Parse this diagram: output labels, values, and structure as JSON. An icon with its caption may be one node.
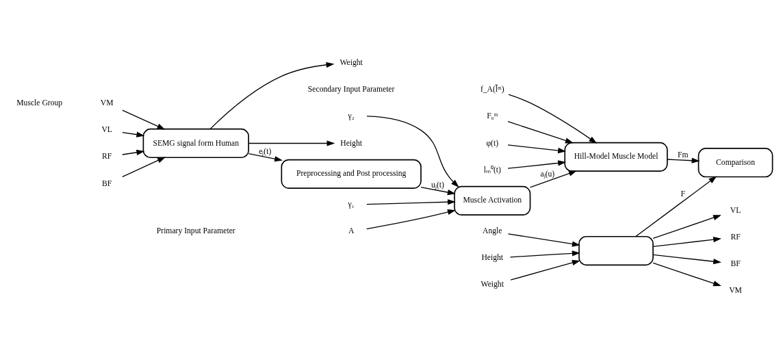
{
  "diagram": {
    "nodes": [
      {
        "text": [
          "SEMG signal form Human"
        ]
      },
      {
        "text": [
          "Preprocessing and Post processing"
        ]
      },
      {
        "text": [
          "Muscle Activation"
        ]
      },
      {
        "text": [
          "Hill-Model Muscle Model"
        ]
      },
      {
        "text": [
          "Comparison"
        ]
      },
      {
        "text": [],
        "shape": "box"
      },
      {
        "text": [
          "Height"
        ]
      },
      {
        "text": [
          "Weight"
        ]
      },
      {
        "text": [
          "VM"
        ]
      },
      {
        "text": [
          "VL"
        ]
      },
      {
        "text": [
          "RF"
        ]
      },
      {
        "text": [
          "BF"
        ]
      },
      {
        "text": [
          "A"
        ]
      },
      {
        "text": [
          "γ₁"
        ]
      },
      {
        "text": [
          "γ₂"
        ]
      },
      {
        "text": [
          "f_A(l̃ᵐ)"
        ]
      },
      {
        "text": [
          "F₀ᵐ"
        ]
      },
      {
        "text": [
          "φ(t)"
        ]
      },
      {
        "text": [
          "lₘ⁰(t)"
        ]
      },
      {
        "text": [
          "Angle"
        ]
      },
      {
        "text": [
          "Height"
        ]
      },
      {
        "text": [
          "Weight"
        ]
      },
      {
        "text": [
          "VM"
        ]
      },
      {
        "text": [
          "VL"
        ]
      },
      {
        "text": [
          "RF"
        ]
      },
      {
        "text": [
          "BF"
        ]
      }
    ],
    "edges": [
      {
        "from": 0,
        "to": 1,
        "arrow": "to",
        "label": "eⱼ(t)"
      },
      {
        "from": 1,
        "to": 2,
        "arrow": "to",
        "label": "uⱼ(t)"
      },
      {
        "from": 2,
        "to": 3,
        "arrow": "to",
        "label": "aⱼ(u)"
      },
      {
        "from": 3,
        "to": 4,
        "arrow": "to",
        "label": "Fm"
      },
      {
        "from": 5,
        "to": 4,
        "arrow": "to",
        "label": "F"
      },
      {
        "from": 0,
        "to": 6,
        "arrow": "to"
      },
      {
        "from": 0,
        "to": 7,
        "arrow": "to"
      },
      {
        "from": 8,
        "to": 0,
        "arrow": "to"
      },
      {
        "from": 9,
        "to": 0,
        "arrow": "to"
      },
      {
        "from": 10,
        "to": 0,
        "arrow": "to"
      },
      {
        "from": 11,
        "to": 0,
        "arrow": "to"
      },
      {
        "from": 12,
        "to": 2,
        "arrow": "to"
      },
      {
        "from": 13,
        "to": 2,
        "arrow": "to"
      },
      {
        "from": 14,
        "to": 2,
        "arrow": "to"
      },
      {
        "from": 15,
        "to": 3,
        "arrow": "to"
      },
      {
        "from": 16,
        "to": 3,
        "arrow": "to"
      },
      {
        "from": 17,
        "to": 3,
        "arrow": "to"
      },
      {
        "from": 18,
        "to": 3,
        "arrow": "to"
      },
      {
        "from": 19,
        "to": 5,
        "arrow": "to"
      },
      {
        "from": 20,
        "to": 5,
        "arrow": "to"
      },
      {
        "from": 21,
        "to": 5,
        "arrow": "to"
      },
      {
        "from": 5,
        "to": 22,
        "arrow": "to"
      },
      {
        "from": 5,
        "to": 23,
        "arrow": "to"
      },
      {
        "from": 5,
        "to": 24,
        "arrow": "to"
      },
      {
        "from": 5,
        "to": 25,
        "arrow": "to"
      }
    ],
    "labels": [
      "Primary Input Parameter",
      "Secondary Input Parameter",
      "Muscle Group"
    ]
  }
}
